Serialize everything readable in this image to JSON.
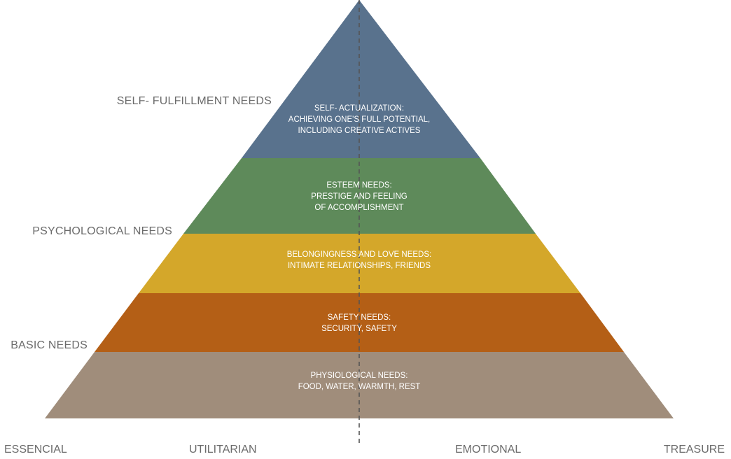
{
  "layers": [
    {
      "lines": [
        "SELF- ACTUALIZATION:",
        "ACHIEVING ONE'S FULL POTENTIAL,",
        "INCLUDING CREATIVE ACTIVES"
      ],
      "color": "#59728d"
    },
    {
      "lines": [
        "ESTEEM NEEDS:",
        "PRESTIGE AND FEELING",
        "OF ACCOMPLISHMENT"
      ],
      "color": "#5e8a5a"
    },
    {
      "lines": [
        "BELONGINGNESS AND LOVE NEEDS:",
        "INTIMATE RELATIONSHIPS, FRIENDS"
      ],
      "color": "#d4a72a"
    },
    {
      "lines": [
        "SAFETY NEEDS:",
        "SECURITY, SAFETY"
      ],
      "color": "#b45f16"
    },
    {
      "lines": [
        "PHYSIOLOGICAL NEEDS:",
        "FOOD, WATER, WARMTH, REST"
      ],
      "color": "#a08d7b"
    }
  ],
  "side_labels": {
    "self_fulfillment": "SELF- FULFILLMENT NEEDS",
    "psychological": "PSYCHOLOGICAL NEEDS",
    "basic": "BASIC NEEDS"
  },
  "axis_labels": {
    "essencial": "ESSENCIAL",
    "utilitarian": "UTILITARIAN",
    "emotional": "EMOTIONAL",
    "treasure": "TREASURE"
  },
  "colors": {
    "label_text": "#6b6b6b",
    "divider": "#555555"
  }
}
